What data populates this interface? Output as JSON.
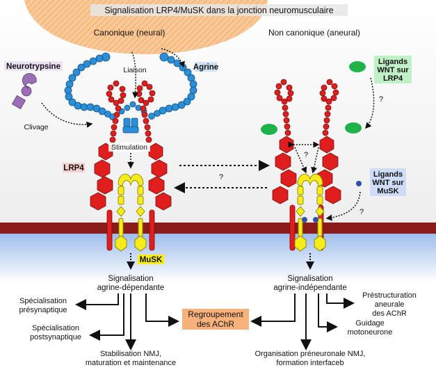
{
  "title": "Signalisation LRP4/MuSK dans la jonction neuromusculaire",
  "panels": {
    "left": {
      "heading": "Canonique (neural)"
    },
    "right": {
      "heading": "Non canonique (aneural)"
    }
  },
  "labels": {
    "neurotrypsine": "Neurotrypsine",
    "agrine": "Agrine",
    "liaison": "Liaison",
    "clivage": "Clivage",
    "stimulation": "Stimulation",
    "lrp4": "LRP4",
    "musk": "MuSK",
    "wnt_lrp4": [
      "Ligands",
      "WNT sur",
      "LRP4"
    ],
    "wnt_musk": [
      "Ligands",
      "WNT sur",
      "MuSK"
    ],
    "question": "?"
  },
  "outcomes": {
    "left_signal": [
      "Signalisation",
      "agrine-dépendante"
    ],
    "right_signal": [
      "Signalisation",
      "agrine-indépendante"
    ],
    "presyn": [
      "Spécialisation",
      "présynaptique"
    ],
    "postsyn": [
      "Spécialisation",
      "postsynaptique"
    ],
    "stabilisation": [
      "Stabilisation NMJ,",
      "maturation et maintenance"
    ],
    "regroupement": [
      "Regroupement",
      "des AChR"
    ],
    "organisation": [
      "Organisation préneuronale NMJ,",
      "formation interfaceb"
    ],
    "prestructuration": [
      "Préstructuration",
      "aneurale",
      "des AChR"
    ],
    "guidage": [
      "Guidage",
      "motoneurone"
    ]
  },
  "colors": {
    "lrp4_red": "#e01e1e",
    "agrin_blue": "#2a8fd6",
    "musk_yellow": "#f5ec1a",
    "membrane": "#8b1c1c",
    "neurotrypsin_purple": "#9b6fb5",
    "wnt_green": "#1fb24a",
    "nerve_orange": "#f6c08a",
    "cytoplasm_blue": "#a9c4ee",
    "highlight_orange": "#f7b27c"
  }
}
